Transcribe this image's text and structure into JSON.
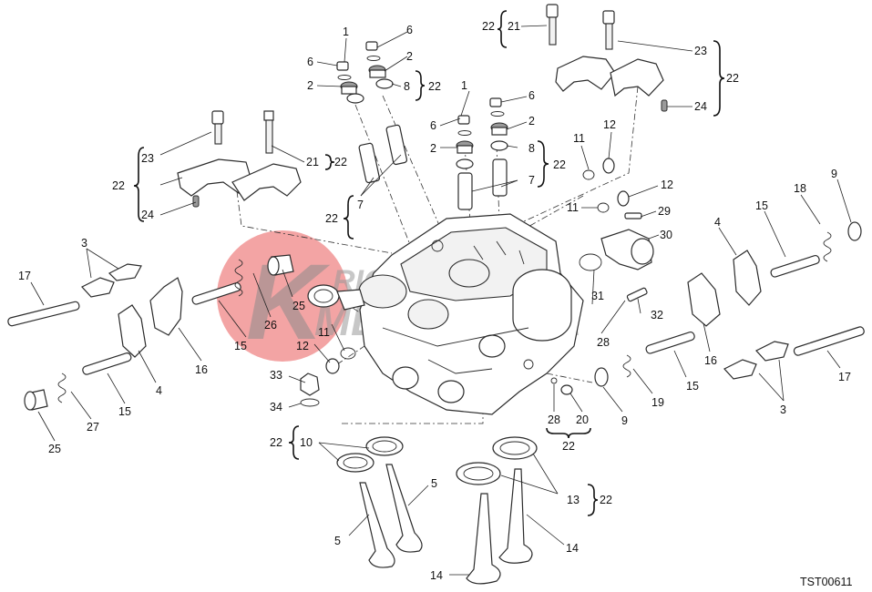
{
  "diagram_code": "TST00611",
  "watermark": {
    "initial": "K",
    "line1": "RICAMBI",
    "line2": "MECCANICA",
    "color": "#e84a4a"
  },
  "callouts": {
    "c1a": "1",
    "c6a": "6",
    "c6b": "6",
    "c2a": "2",
    "c2b": "2",
    "c8a": "8",
    "c22a": "22",
    "c1b": "1",
    "c6c": "6",
    "c6d": "6",
    "c2c": "2",
    "c2d": "2",
    "c8b": "8",
    "c7a": "7",
    "c22b": "22",
    "c7b": "7",
    "c22c": "22",
    "c22d": "22",
    "c21a": "21",
    "c23a": "23",
    "c22e": "22",
    "c24a": "24",
    "c23b": "23",
    "c22f": "22",
    "c24b": "24",
    "c21b": "21",
    "c22g": "22",
    "c12a": "12",
    "c11a": "11",
    "c12b": "12",
    "c11b": "11",
    "c29": "29",
    "c30": "30",
    "c9a": "9",
    "c18": "18",
    "c15a": "15",
    "c4a": "4",
    "c3a": "3",
    "c17a": "17",
    "c26": "26",
    "c25a": "25",
    "c15b": "15",
    "c16a": "16",
    "c12c": "12",
    "c11c": "11",
    "c33": "33",
    "c34": "34",
    "c27": "27",
    "c25b": "25",
    "c15c": "15",
    "c4b": "4",
    "c31": "31",
    "c32": "32",
    "c28a": "28",
    "c16b": "16",
    "c15d": "15",
    "c19": "19",
    "c9b": "9",
    "c3b": "3",
    "c17b": "17",
    "c28b": "28",
    "c20": "20",
    "c22h": "22",
    "c22i": "22",
    "c10": "10",
    "c5a": "5",
    "c5b": "5",
    "c13": "13",
    "c22j": "22",
    "c14a": "14",
    "c14b": "14"
  }
}
